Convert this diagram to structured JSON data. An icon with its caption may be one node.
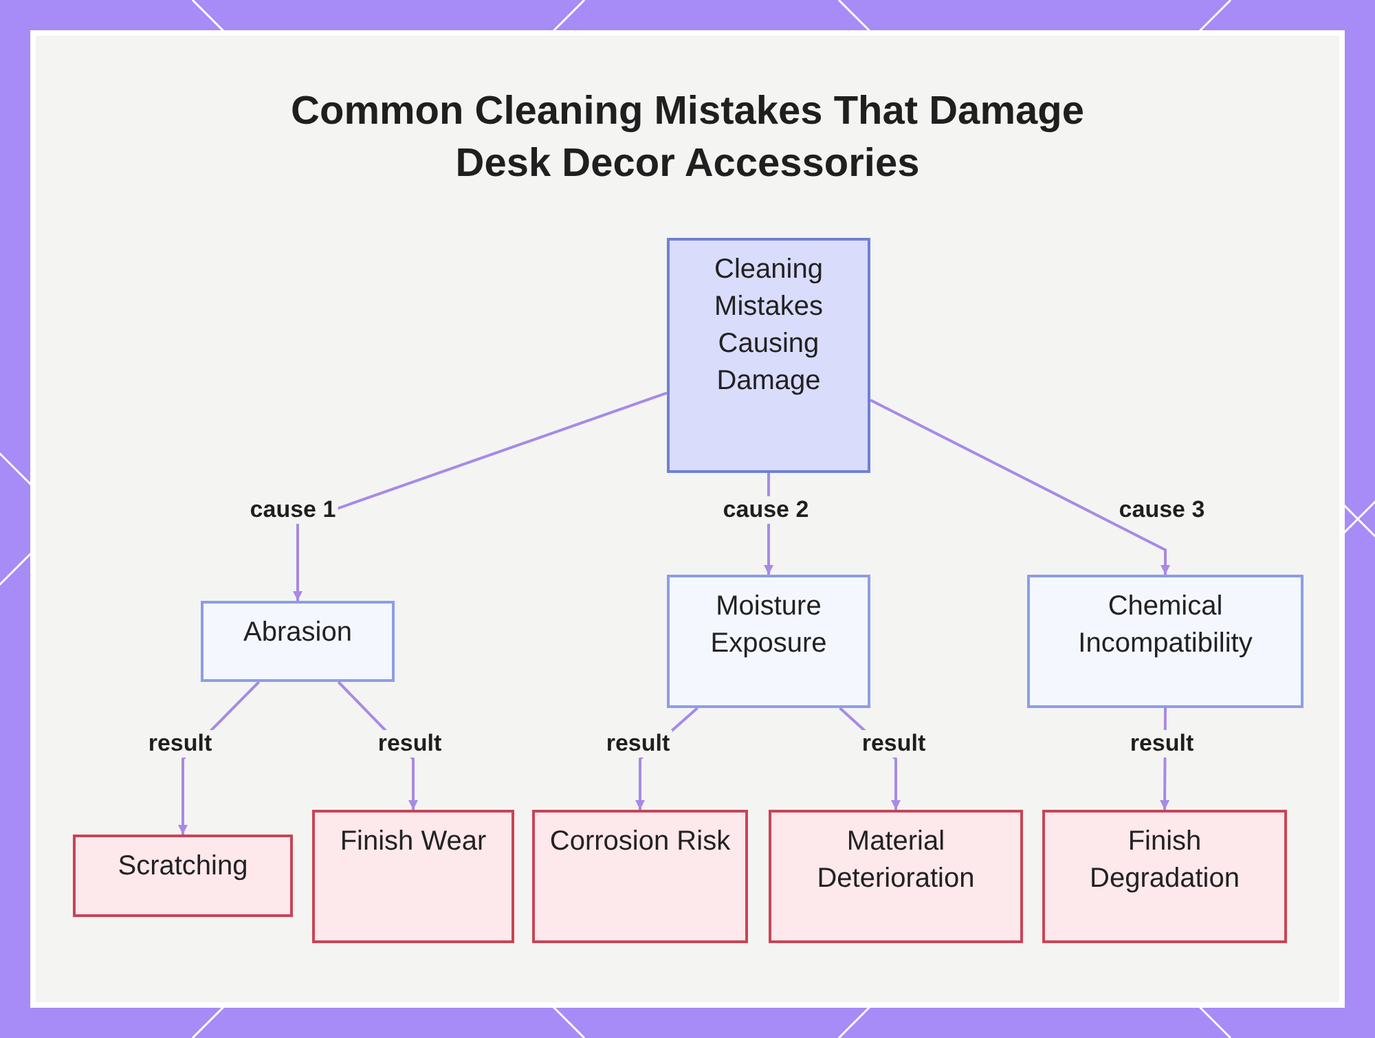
{
  "diagram": {
    "title": "Common Cleaning Mistakes That Damage Desk Decor Accessories",
    "nodes": [
      {
        "text": [
          "Cleaning Mistakes Causing Damage"
        ]
      },
      {
        "text": [
          "Abrasion"
        ]
      },
      {
        "text": [
          "Moisture Exposure"
        ]
      },
      {
        "text": [
          "Chemical Incompatibility"
        ]
      },
      {
        "text": [
          "Scratching"
        ]
      },
      {
        "text": [
          "Finish Wear"
        ]
      },
      {
        "text": [
          "Corrosion Risk"
        ]
      },
      {
        "text": [
          "Material Deterioration"
        ]
      },
      {
        "text": [
          "Finish Degradation"
        ]
      }
    ],
    "edges": [
      {
        "from": 0,
        "to": 1,
        "arrow": "to",
        "label": "cause 1"
      },
      {
        "from": 0,
        "to": 2,
        "arrow": "to",
        "label": "cause 2"
      },
      {
        "from": 0,
        "to": 3,
        "arrow": "to",
        "label": "cause 3"
      },
      {
        "from": 1,
        "to": 4,
        "arrow": "to",
        "label": "result"
      },
      {
        "from": 1,
        "to": 5,
        "arrow": "to",
        "label": "result"
      },
      {
        "from": 2,
        "to": 6,
        "arrow": "to",
        "label": "result"
      },
      {
        "from": 2,
        "to": 7,
        "arrow": "to",
        "label": "result"
      },
      {
        "from": 3,
        "to": 8,
        "arrow": "to",
        "label": "result"
      }
    ]
  }
}
